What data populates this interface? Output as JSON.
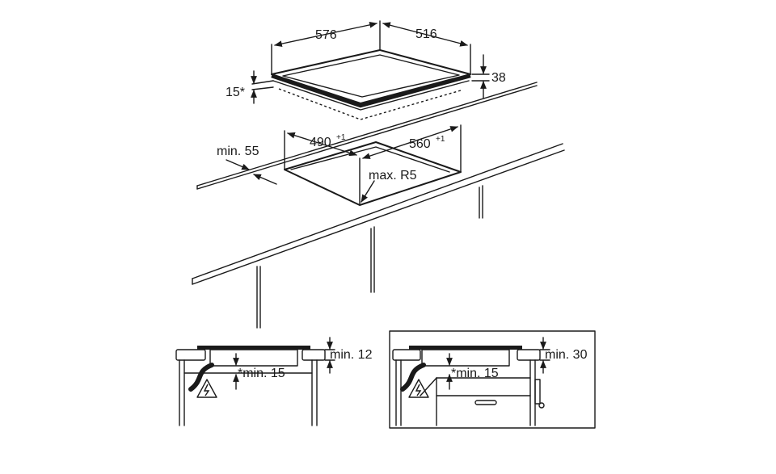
{
  "labels": {
    "width_top": "576",
    "depth_top": "516",
    "height": "38",
    "bevel": "15*",
    "cut_width": "490",
    "cut_width_tol": "+1",
    "cut_depth": "560",
    "cut_depth_tol": "+1",
    "edge_min": "min. 55",
    "radius": "max. R5",
    "left_top_clear": "min. 12",
    "left_under_clear": "*min. 15",
    "right_top_clear": "min. 30",
    "right_under_clear": "*min. 15"
  },
  "icons": {
    "warning": "electrical-hazard-icon",
    "arrow": "arrow-icon"
  },
  "colors": {
    "line": "#1a1a1a",
    "background": "#ffffff"
  }
}
